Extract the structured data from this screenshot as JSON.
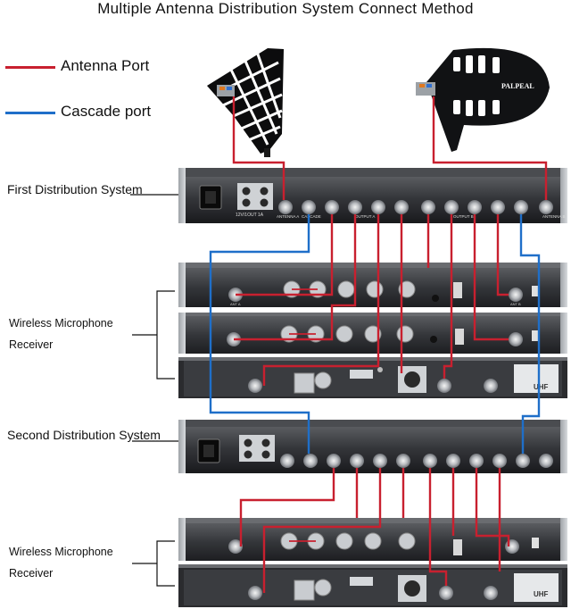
{
  "title": "Multiple Antenna Distribution System Connect Method",
  "legend": {
    "antenna_port": "Antenna Port",
    "cascade_port": "Cascade port",
    "antenna_color": "#c8202f",
    "cascade_color": "#1f6fc9"
  },
  "labels": {
    "first_system": "First Distribution System",
    "second_system": "Second Distribution System",
    "receiver_group_1_line1": "Wireless Microphone",
    "receiver_group_1_line2": "Receiver",
    "receiver_group_2_line1": "Wireless Microphone",
    "receiver_group_2_line2": "Receiver"
  },
  "antenna_brand": "PALPEAL",
  "panel_texts": {
    "dc_input": "12V/1OUT 1A",
    "antenna_a": "ANTENNA A",
    "antenna_b": "ANTENNA B",
    "cascade": "CASCADE",
    "output_a": "OUTPUT A",
    "output_b": "OUTPUT B",
    "ant_a": "ANT A",
    "ant_b": "ANT B",
    "uhf": "UHF"
  }
}
